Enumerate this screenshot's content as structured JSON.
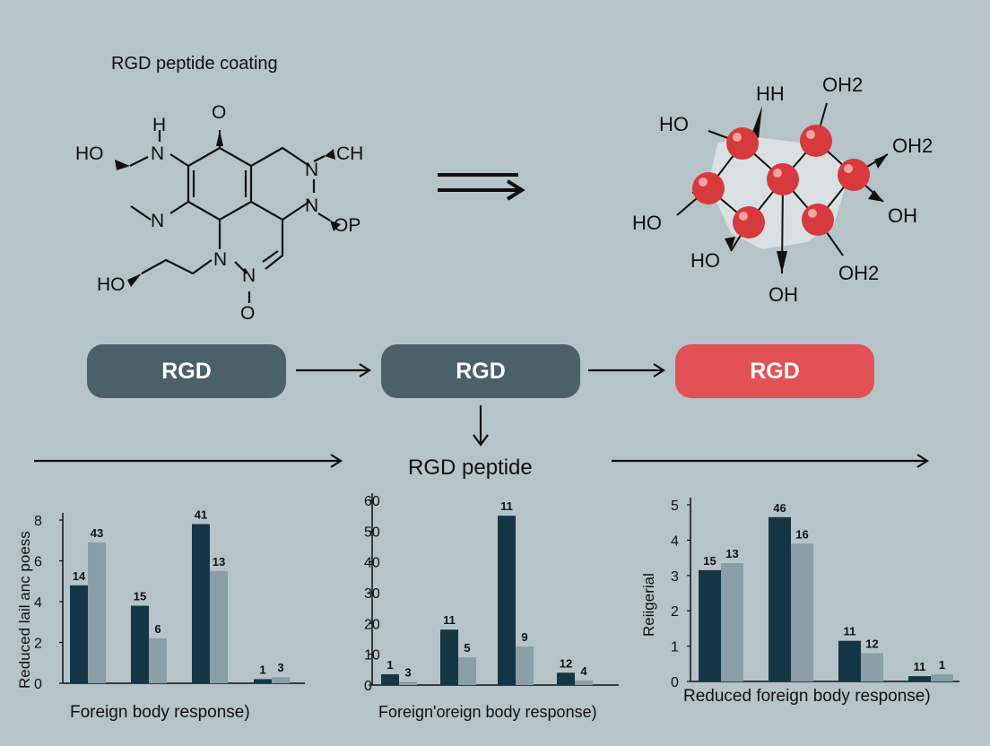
{
  "top_left_title": "RGD peptide coating",
  "left_molecule": {
    "labels": [
      "H",
      "O",
      "HO",
      "N",
      "N",
      "CH",
      "N",
      "N",
      "OP",
      "N",
      "N",
      "HO",
      "O"
    ]
  },
  "right_molecule": {
    "labels": [
      "HH",
      "OH2",
      "HO",
      "OH2",
      "HO",
      "OH",
      "HO",
      "OH2",
      "OH"
    ]
  },
  "pills": [
    {
      "label": "RGD",
      "color": "#4b6168"
    },
    {
      "label": "RGD",
      "color": "#4b6168"
    },
    {
      "label": "RGD",
      "color": "#e15256"
    }
  ],
  "center_label": "RGD peptide",
  "colors": {
    "dark_bar": "#153645",
    "light_bar": "#8a9ea6",
    "background": "#b6c3c8",
    "accent": "#e15256"
  },
  "chart_data": [
    {
      "type": "bar",
      "ylabel": "Reduced lail anc poess",
      "xlabel": "Foreign body response)",
      "ylim": [
        0,
        8
      ],
      "yticks": [
        0,
        2,
        4,
        6,
        8
      ],
      "series": [
        {
          "values": [
            4.8,
            3.8,
            7.8,
            0.2
          ],
          "labels": [
            "14",
            "15",
            "41",
            "1"
          ]
        },
        {
          "values": [
            6.9,
            2.2,
            5.5,
            0.3
          ],
          "labels": [
            "43",
            "6",
            "13",
            "3"
          ]
        }
      ]
    },
    {
      "type": "bar",
      "ylabel": "",
      "xlabel": "Foreign'oreign body response)",
      "ylim": [
        0,
        60
      ],
      "yticks": [
        0,
        10,
        20,
        30,
        40,
        50,
        60
      ],
      "series": [
        {
          "values": [
            3.5,
            18,
            55,
            4
          ],
          "labels": [
            "1",
            "11",
            "11",
            "12"
          ]
        },
        {
          "values": [
            1,
            9,
            12.5,
            1.5
          ],
          "labels": [
            "3",
            "5",
            "9",
            "4"
          ]
        }
      ]
    },
    {
      "type": "bar",
      "ylabel": "Reiigerial",
      "xlabel": "Reduced foreign body response)",
      "ylim": [
        0,
        5
      ],
      "yticks": [
        0,
        1,
        2,
        3,
        4,
        5
      ],
      "series": [
        {
          "values": [
            3.15,
            4.65,
            1.15,
            0.15
          ],
          "labels": [
            "15",
            "46",
            "11",
            "11"
          ]
        },
        {
          "values": [
            3.35,
            3.9,
            0.8,
            0.2
          ],
          "labels": [
            "13",
            "16",
            "12",
            "1"
          ]
        }
      ]
    }
  ]
}
